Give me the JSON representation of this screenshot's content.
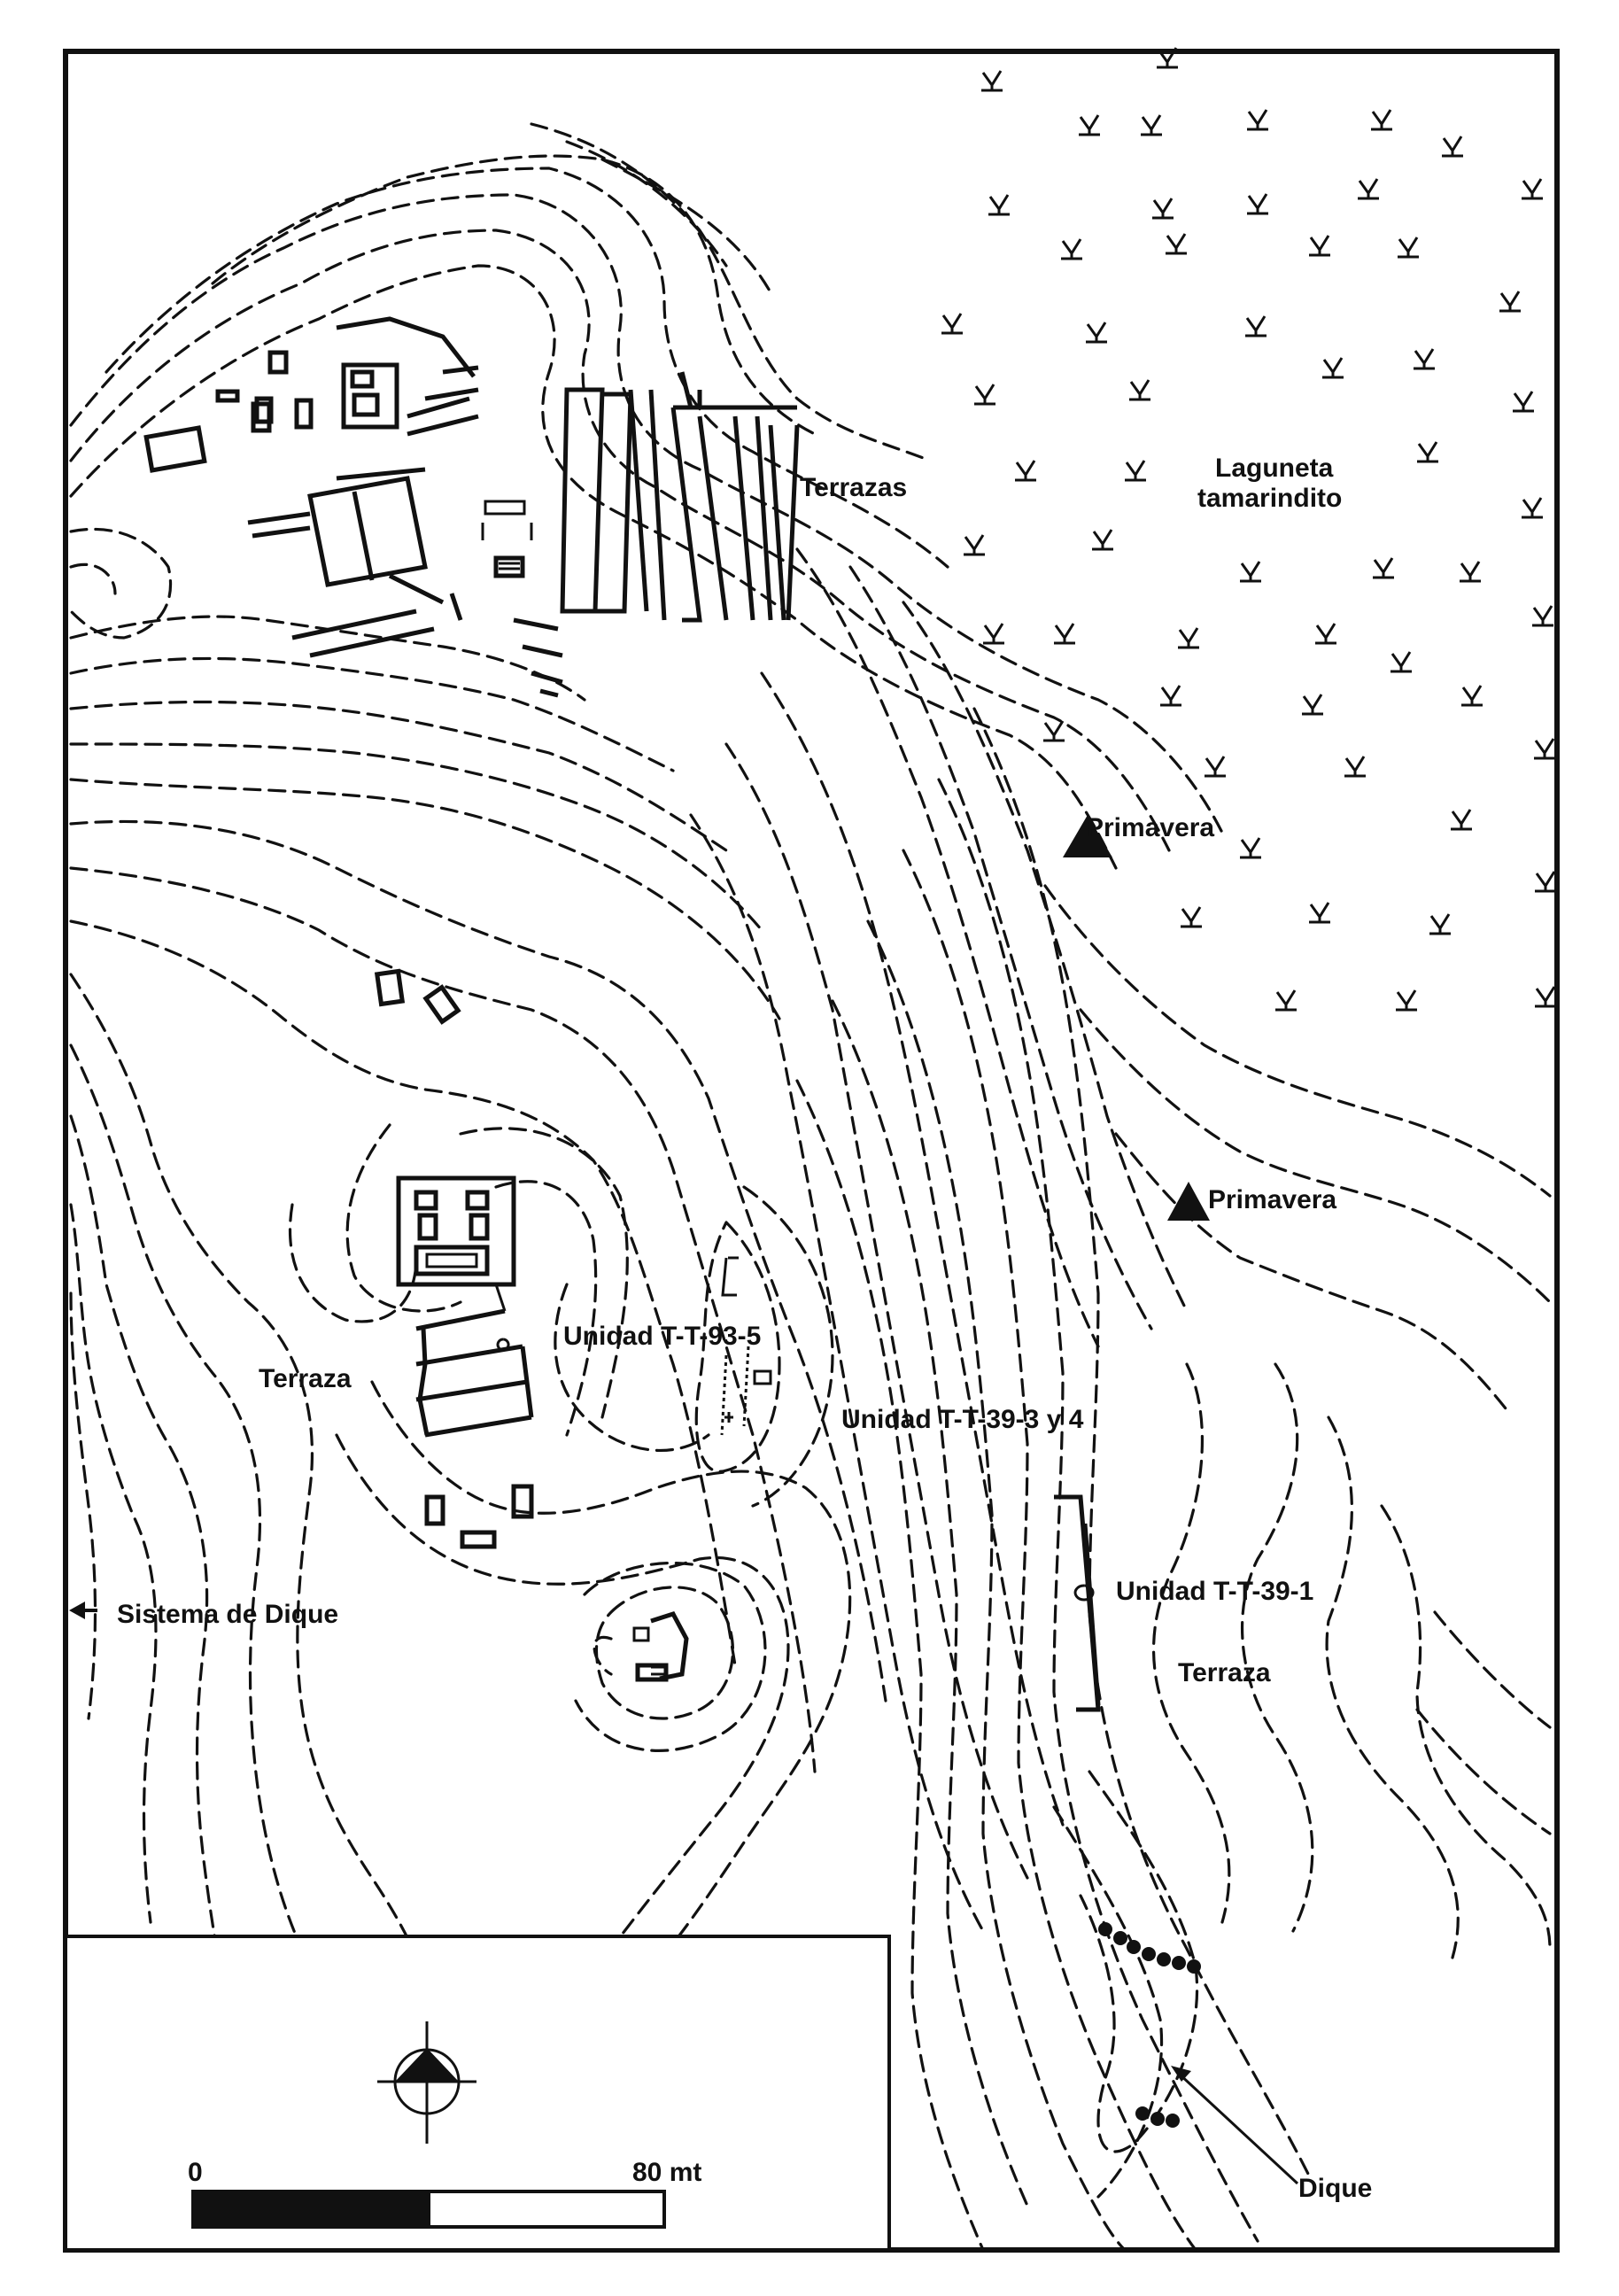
{
  "labels": {
    "terrazas": "Terrazas",
    "laguneta_line1": "Laguneta",
    "laguneta_line2": "tamarindito",
    "primavera_1": "Primavera",
    "primavera_2": "Primavera",
    "unidad_t_t_93_5": "Unidad T-T-93-5",
    "terraza_west": "Terraza",
    "unidad_t_t_39_3_y_4": "Unidad T-T-39-3 y 4",
    "unidad_t_t_39_1": "Unidad T-T-39-1",
    "sistema_de_dique": "Sistema de Dique",
    "terraza_east": "Terraza",
    "dique": "Dique"
  },
  "scale_bar": {
    "start_label": "0",
    "end_label": "80 mt",
    "length_m": 80
  },
  "symbols": {
    "marsh": "marsh-tuft-icon",
    "spring": "triangle-icon",
    "north": "north-arrow-icon",
    "arrow": "arrow-icon"
  },
  "colors": {
    "ink": "#111111",
    "paper": "#ffffff"
  }
}
